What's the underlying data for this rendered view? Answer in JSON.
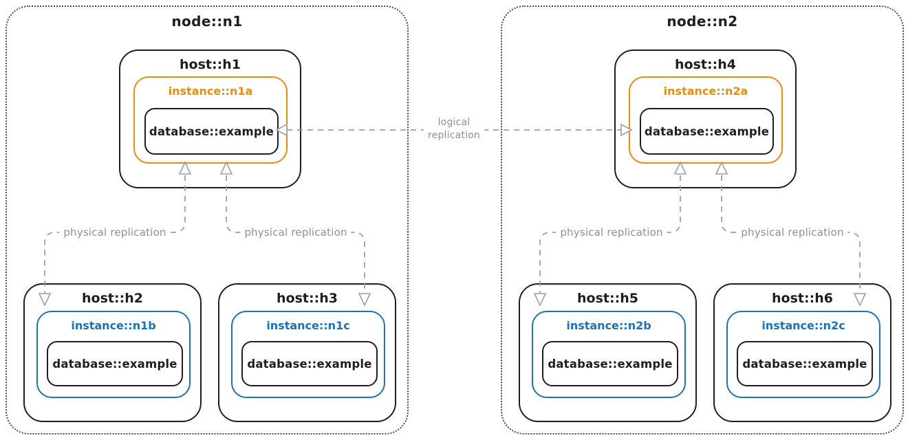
{
  "diagram": {
    "nodes": [
      {
        "title": "node::n1",
        "hosts": [
          {
            "title": "host::h1",
            "instance": {
              "label": "instance::n1a",
              "role": "primary",
              "database": "database::example"
            }
          },
          {
            "title": "host::h2",
            "instance": {
              "label": "instance::n1b",
              "role": "replica",
              "database": "database::example"
            }
          },
          {
            "title": "host::h3",
            "instance": {
              "label": "instance::n1c",
              "role": "replica",
              "database": "database::example"
            }
          }
        ]
      },
      {
        "title": "node::n2",
        "hosts": [
          {
            "title": "host::h4",
            "instance": {
              "label": "instance::n2a",
              "role": "primary",
              "database": "database::example"
            }
          },
          {
            "title": "host::h5",
            "instance": {
              "label": "instance::n2b",
              "role": "replica",
              "database": "database::example"
            }
          },
          {
            "title": "host::h6",
            "instance": {
              "label": "instance::n2c",
              "role": "replica",
              "database": "database::example"
            }
          }
        ]
      }
    ],
    "edges": {
      "logical_label": "logical\nreplication",
      "physical_label": "physical replication",
      "connections": [
        {
          "type": "logical replication",
          "between": [
            "database::example in instance::n1a",
            "database::example in instance::n2a"
          ],
          "bidirectional": true
        },
        {
          "type": "physical replication",
          "from": "instance::n1a",
          "to": "host::h2"
        },
        {
          "type": "physical replication",
          "from": "instance::n1a",
          "to": "host::h3"
        },
        {
          "type": "physical replication",
          "from": "instance::n2a",
          "to": "host::h5"
        },
        {
          "type": "physical replication",
          "from": "instance::n2a",
          "to": "host::h6"
        }
      ]
    },
    "colors": {
      "primary_instance": "#f08c00",
      "replica_instance": "#1971c2",
      "box_stroke": "#1e1e1e",
      "arrow_gray": "#9e9e9e",
      "label_gray": "#8f8f8f",
      "background": "#ffffff"
    }
  }
}
